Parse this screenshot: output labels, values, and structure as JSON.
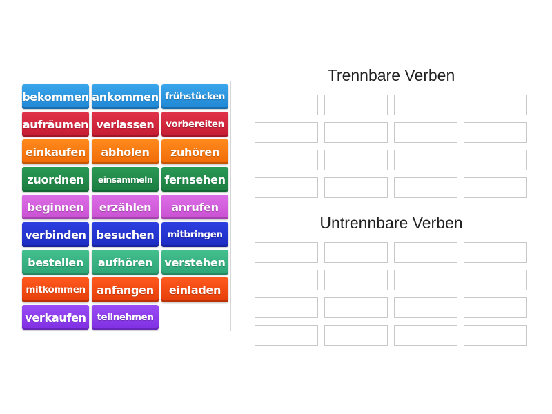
{
  "activity": {
    "word_bank": [
      {
        "label": "bekommen",
        "color": "blue"
      },
      {
        "label": "ankommen",
        "color": "blue"
      },
      {
        "label": "frühstücken",
        "color": "blue"
      },
      {
        "label": "aufräumen",
        "color": "red"
      },
      {
        "label": "verlassen",
        "color": "red"
      },
      {
        "label": "vorbereiten",
        "color": "red"
      },
      {
        "label": "einkaufen",
        "color": "orange"
      },
      {
        "label": "abholen",
        "color": "orange"
      },
      {
        "label": "zuhören",
        "color": "orange"
      },
      {
        "label": "zuordnen",
        "color": "green"
      },
      {
        "label": "einsammeln",
        "color": "green"
      },
      {
        "label": "fernsehen",
        "color": "green"
      },
      {
        "label": "beginnen",
        "color": "pink"
      },
      {
        "label": "erzählen",
        "color": "pink"
      },
      {
        "label": "anrufen",
        "color": "pink"
      },
      {
        "label": "verbinden",
        "color": "navy"
      },
      {
        "label": "besuchen",
        "color": "navy"
      },
      {
        "label": "mitbringen",
        "color": "navy"
      },
      {
        "label": "bestellen",
        "color": "teal"
      },
      {
        "label": "aufhören",
        "color": "teal"
      },
      {
        "label": "verstehen",
        "color": "teal"
      },
      {
        "label": "mitkommen",
        "color": "redorange"
      },
      {
        "label": "anfangen",
        "color": "redorange"
      },
      {
        "label": "einladen",
        "color": "redorange"
      },
      {
        "label": "verkaufen",
        "color": "purple"
      },
      {
        "label": "teilnehmen",
        "color": "purple"
      }
    ],
    "groups": [
      {
        "title": "Trennbare Verben",
        "slots": 16
      },
      {
        "title": "Untrennbare Verben",
        "slots": 16
      }
    ]
  },
  "colors": {
    "blue": "#2a95e0",
    "red": "#d4263e",
    "orange": "#f87a10",
    "green": "#228a4b",
    "pink": "#d35fdd",
    "navy": "#2535d0",
    "teal": "#39b283",
    "redorange": "#f04b12",
    "purple": "#8c3deb"
  }
}
